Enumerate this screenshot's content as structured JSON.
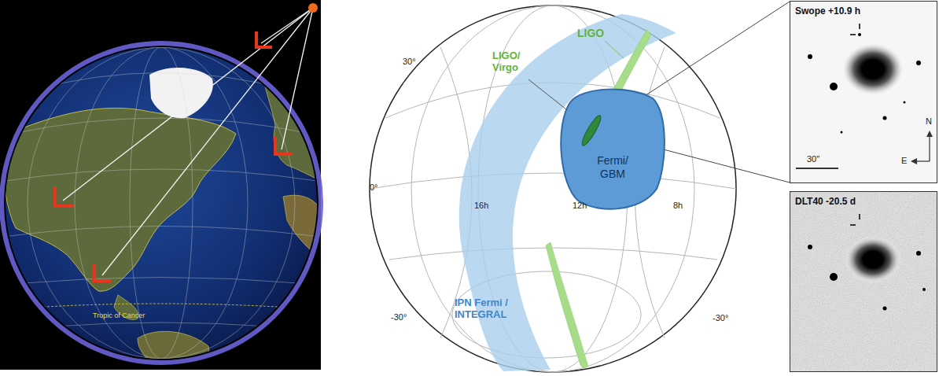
{
  "diagram": {
    "nodes": [
      {
        "text": [
          "Fermi/ GBM"
        ]
      },
      {
        "text": [
          "Swope +10.9 h"
        ]
      },
      {
        "text": [
          "DLT40 -20.5 d"
        ]
      }
    ],
    "labels": [
      "30°",
      "0°",
      "-30°",
      "-30°",
      "16h",
      "12h",
      "8h",
      "LIGO",
      "LIGO/ Virgo",
      "IPN Fermi / INTEGRAL",
      "30″",
      "N",
      "E",
      "Tropic of Cancer"
    ]
  }
}
